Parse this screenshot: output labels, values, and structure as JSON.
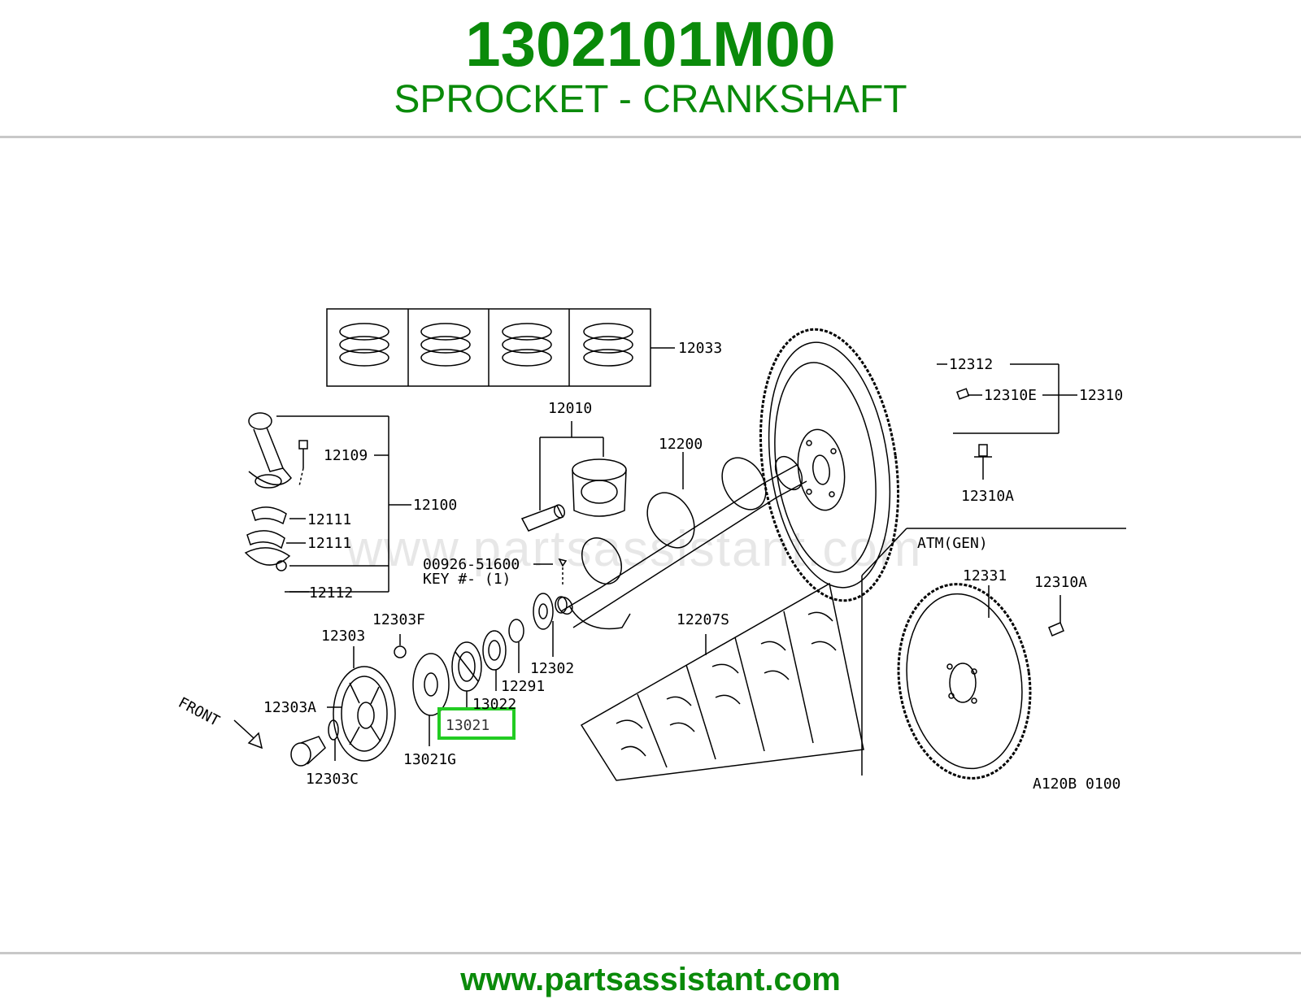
{
  "header": {
    "part_number": "1302101M00",
    "part_name": "SPROCKET - CRANKSHAFT"
  },
  "diagram": {
    "callouts": {
      "c12033": "12033",
      "c12312": "12312",
      "c12310E": "12310E",
      "c12310": "12310",
      "c12010": "12010",
      "c12200": "12200",
      "c12310A_top": "12310A",
      "c12109": "12109",
      "c12100": "12100",
      "c12111_a": "12111",
      "c12111_b": "12111",
      "c12112": "12112",
      "c00926": "00926-51600",
      "key_line": "KEY   #-   (1)",
      "c12303F": "12303F",
      "c12303": "12303",
      "c12302": "12302",
      "c12291": "12291",
      "c13022": "13022",
      "c13021": "13021",
      "c12303A": "12303A",
      "c13021G": "13021G",
      "c12303C": "12303C",
      "c12207S": "12207S",
      "atm": "ATM(GEN)",
      "c12331": "12331",
      "c12310A_atm": "12310A",
      "front": "FRONT",
      "ref_code": "A120B 0100"
    },
    "highlight_color": "#22cc22"
  },
  "watermark": "www.partsassistant.com",
  "footer": {
    "url": "www.partsassistant.com"
  },
  "colors": {
    "brand_green": "#0a8a0a",
    "rule_gray": "#c8c8c8"
  }
}
